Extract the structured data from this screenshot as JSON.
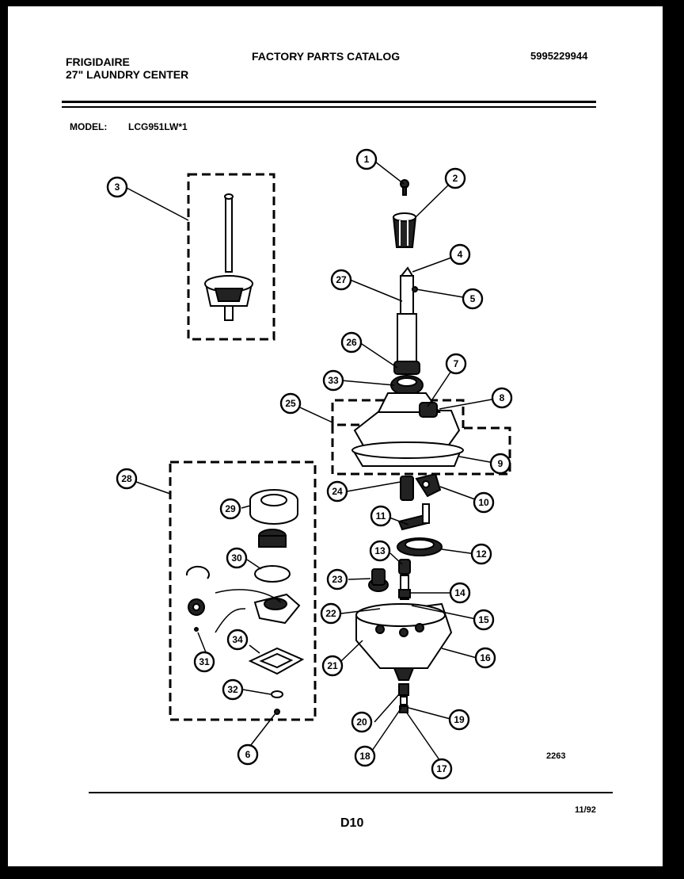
{
  "header": {
    "brand_line1": "FRIGIDAIRE",
    "brand_line2": "27\" LAUNDRY CENTER",
    "catalog_title": "FACTORY PARTS CATALOG",
    "catalog_number": "5995229944"
  },
  "model": {
    "label": "MODEL:",
    "value": "LCG951LW*1"
  },
  "diagram": {
    "callouts": [
      "1",
      "2",
      "3",
      "4",
      "5",
      "6",
      "7",
      "8",
      "9",
      "10",
      "11",
      "12",
      "13",
      "14",
      "15",
      "16",
      "17",
      "18",
      "19",
      "20",
      "21",
      "22",
      "23",
      "24",
      "25",
      "26",
      "27",
      "28",
      "29",
      "30",
      "31",
      "32",
      "33",
      "34"
    ],
    "figure_code": "2263"
  },
  "footer": {
    "page": "D10",
    "date": "11/92"
  }
}
